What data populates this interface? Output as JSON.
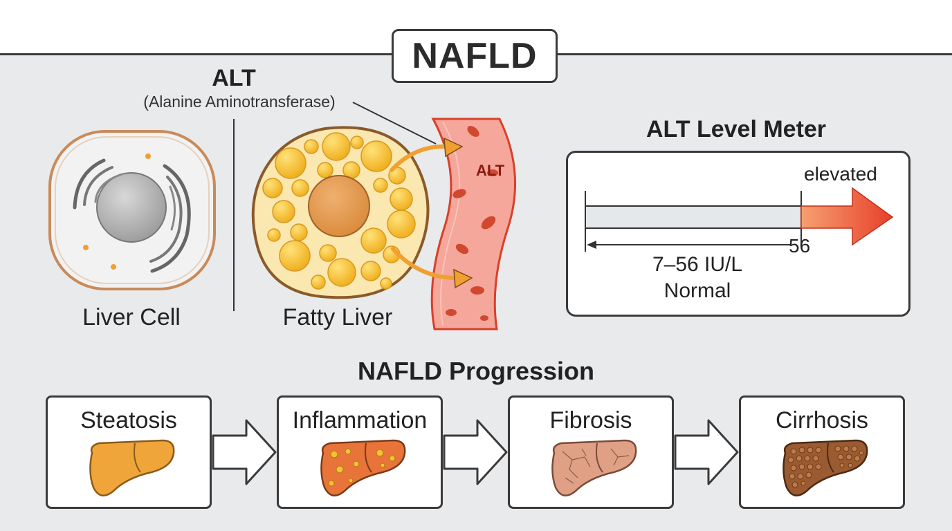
{
  "title": "NAFLD",
  "alt": {
    "heading": "ALT",
    "subheading": "(Alanine Aminotransferase)",
    "vessel_label": "ALT"
  },
  "cells": {
    "liver_cell_label": "Liver Cell",
    "fatty_liver_label": "Fatty Liver"
  },
  "meter": {
    "title": "ALT Level Meter",
    "elevated_label": "elevated",
    "threshold": "56",
    "range": "7–56 IU/L",
    "range_label": "Normal"
  },
  "progression": {
    "title": "NAFLD Progression",
    "stages": [
      {
        "label": "Steatosis",
        "color": "#f0a53a"
      },
      {
        "label": "Inflammation",
        "color": "#e8743a"
      },
      {
        "label": "Fibrosis",
        "color": "#e0a085"
      },
      {
        "label": "Cirrhosis",
        "color": "#9a5a32"
      }
    ]
  },
  "colors": {
    "vessel": "#f4a79a",
    "fat_droplet": "#f5c034",
    "arrow": "#f0a030",
    "elevated_arrow": "#e8563a"
  }
}
